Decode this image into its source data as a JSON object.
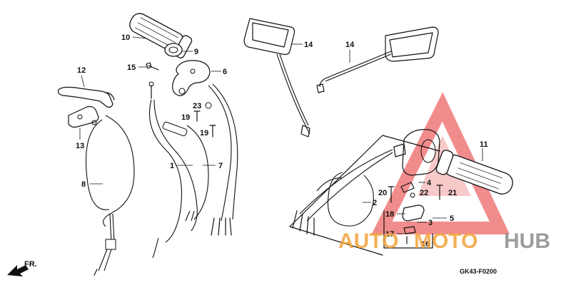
{
  "diagram": {
    "code": "GK43-F0200",
    "direction_label": "FR.",
    "watermark": {
      "auto": "AUTO",
      "moto": "MOTO",
      "hub": "HUB",
      "color_orange": "#f2a33a",
      "color_gray": "#8c8c8c",
      "color_red": "#e63a3a"
    },
    "callouts": {
      "n1": "1",
      "n2": "2",
      "n3": "3",
      "n4": "4",
      "n5": "5",
      "n6": "6",
      "n7": "7",
      "n8": "8",
      "n9": "9",
      "n10": "10",
      "n11": "11",
      "n12": "12",
      "n13": "13",
      "n14a": "14",
      "n14b": "14",
      "n15": "15",
      "n16": "16",
      "n17": "17",
      "n18": "18",
      "n19a": "19",
      "n19b": "19",
      "n20": "20",
      "n21": "21",
      "n22": "22",
      "n23": "23"
    }
  }
}
